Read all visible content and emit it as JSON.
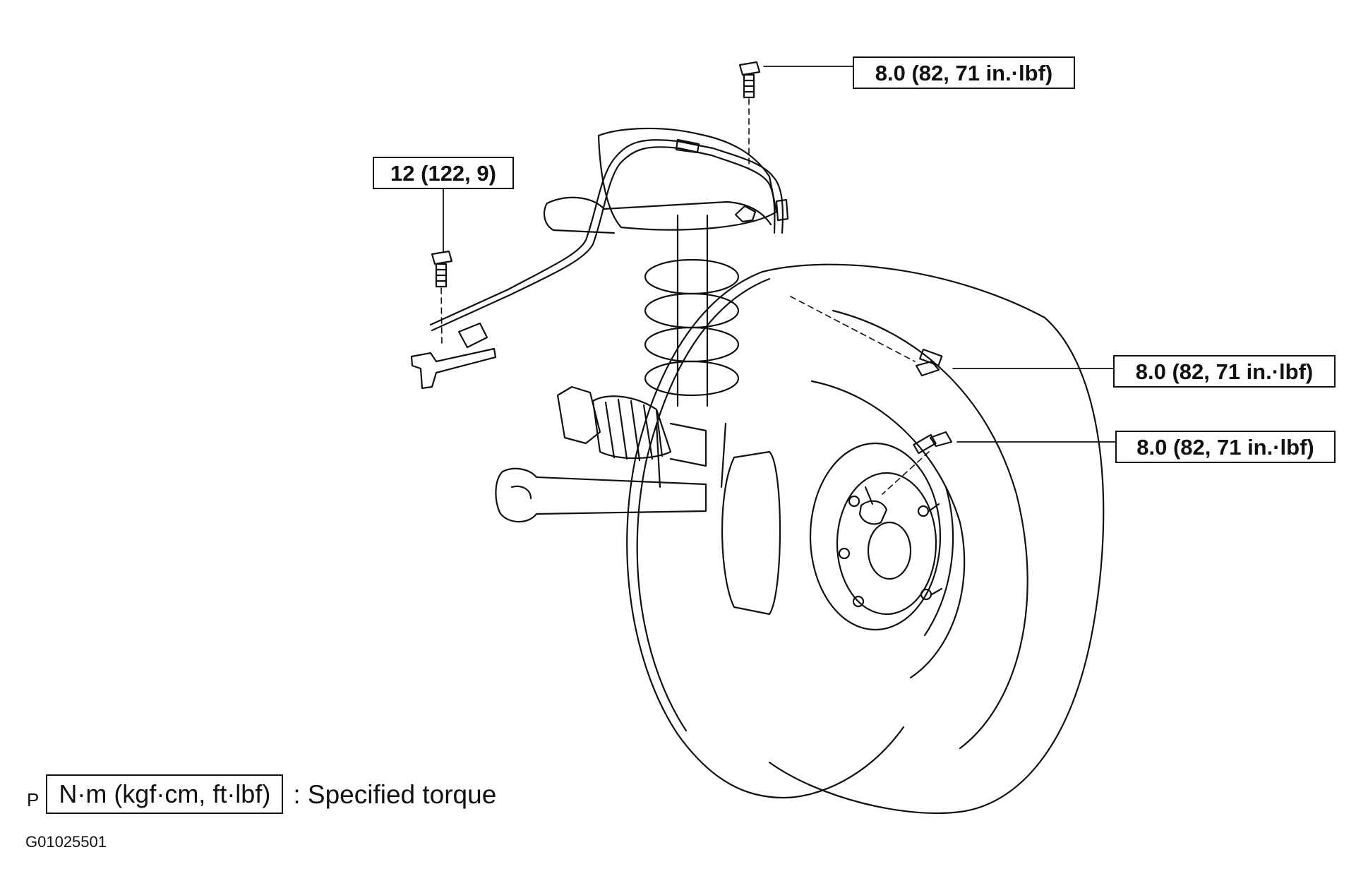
{
  "callouts": {
    "upper_bolt": "8.0 (82, 71 in.·lbf)",
    "bracket_bolt": "12 (122, 9)",
    "side_bolt": "8.0 (82, 71 in.·lbf)",
    "sensor_bolt": "8.0 (82, 71 in.·lbf)"
  },
  "legend": {
    "marker": "P",
    "unit_box": "N·m (kgf·cm, ft·lbf)",
    "description": ": Specified torque"
  },
  "figure_id": "G01025501",
  "icons": [
    "bolt-icon",
    "wheel-icon",
    "coil-spring-icon",
    "speed-sensor-icon",
    "sensor-bracket-icon"
  ]
}
